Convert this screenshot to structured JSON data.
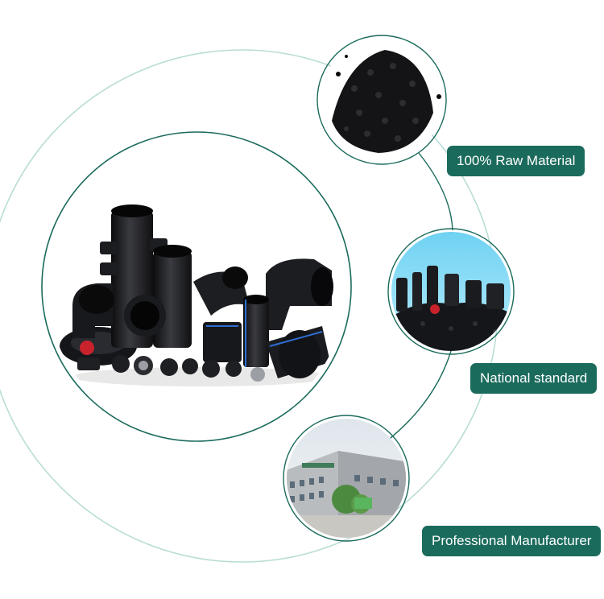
{
  "features": [
    {
      "label": "100% Raw Material",
      "image": "black-plastic-granules"
    },
    {
      "label": "National standard",
      "image": "pipe-fittings-on-granules"
    },
    {
      "label": "Professional Manufacturer",
      "image": "factory-building"
    }
  ],
  "main_image": "hdpe-pipe-fittings-collection",
  "colors": {
    "accent": "#1b6b5c",
    "ring": "#8fc7bb",
    "badge_text": "#ffffff"
  }
}
